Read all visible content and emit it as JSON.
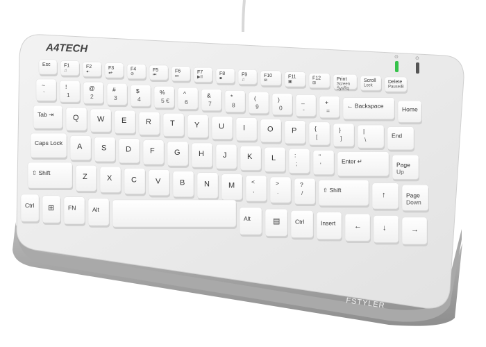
{
  "product": {
    "brand_logo": "A4TECH",
    "series_logo": "FSTYLER",
    "colors": {
      "body": "#e6e6e6",
      "keys": "#ffffff",
      "base": "#9e9e9e",
      "indicator": "#35c24a"
    }
  },
  "indicators": [
    {
      "name": "caps-lock",
      "state": "on"
    },
    {
      "name": "scroll-lock",
      "state": "off"
    }
  ],
  "rows": [
    {
      "keys": [
        {
          "main": "Esc"
        },
        {
          "main": "F1",
          "sub": "♫"
        },
        {
          "main": "F2",
          "sub": "◂-"
        },
        {
          "main": "F3",
          "sub": "◂+"
        },
        {
          "main": "F4",
          "sub": "⊘"
        },
        {
          "main": "F5",
          "sub": "⏮"
        },
        {
          "main": "F6",
          "sub": "⏭"
        },
        {
          "main": "F7",
          "sub": "▶II"
        },
        {
          "main": "F8",
          "sub": "■"
        },
        {
          "main": "F9",
          "sub": "♫"
        },
        {
          "main": "F10",
          "sub": "✉"
        },
        {
          "main": "F11",
          "sub": "▣"
        },
        {
          "main": "F12",
          "sub": "⊞"
        },
        {
          "main": "Print",
          "sub": "Screen",
          "sub2": "SysRq"
        },
        {
          "main": "Scroll",
          "sub": "Lock"
        },
        {
          "main": "Delete",
          "sub": "Pause/B"
        }
      ]
    },
    {
      "keys": [
        {
          "main": "~",
          "sub": "`"
        },
        {
          "main": "!",
          "sub": "1"
        },
        {
          "main": "@",
          "sub": "2"
        },
        {
          "main": "#",
          "sub": "3"
        },
        {
          "main": "$",
          "sub": "4"
        },
        {
          "main": "%",
          "sub": "5 €"
        },
        {
          "main": "^",
          "sub": "6"
        },
        {
          "main": "&",
          "sub": "7"
        },
        {
          "main": "*",
          "sub": "8"
        },
        {
          "main": "(",
          "sub": "9"
        },
        {
          "main": ")",
          "sub": "0"
        },
        {
          "main": "_",
          "sub": "-"
        },
        {
          "main": "+",
          "sub": "="
        },
        {
          "main": "← Backspace"
        },
        {
          "main": "Home"
        }
      ]
    },
    {
      "keys": [
        {
          "main": "Tab ⇥"
        },
        {
          "main": "Q"
        },
        {
          "main": "W"
        },
        {
          "main": "E"
        },
        {
          "main": "R"
        },
        {
          "main": "T"
        },
        {
          "main": "Y"
        },
        {
          "main": "U"
        },
        {
          "main": "I"
        },
        {
          "main": "O"
        },
        {
          "main": "P"
        },
        {
          "main": "{",
          "sub": "["
        },
        {
          "main": "}",
          "sub": "]"
        },
        {
          "main": "|",
          "sub": "\\"
        },
        {
          "main": "End"
        }
      ]
    },
    {
      "keys": [
        {
          "main": "Caps Lock"
        },
        {
          "main": "A"
        },
        {
          "main": "S"
        },
        {
          "main": "D"
        },
        {
          "main": "F"
        },
        {
          "main": "G"
        },
        {
          "main": "H"
        },
        {
          "main": "J"
        },
        {
          "main": "K"
        },
        {
          "main": "L"
        },
        {
          "main": ":",
          "sub": ";"
        },
        {
          "main": "\"",
          "sub": "'"
        },
        {
          "main": "Enter ↵"
        },
        {
          "main": "Page",
          "sub": "Up"
        }
      ]
    },
    {
      "keys": [
        {
          "main": "⇧ Shift"
        },
        {
          "main": "Z"
        },
        {
          "main": "X"
        },
        {
          "main": "C"
        },
        {
          "main": "V"
        },
        {
          "main": "B"
        },
        {
          "main": "N"
        },
        {
          "main": "M"
        },
        {
          "main": "<",
          "sub": ","
        },
        {
          "main": ">",
          "sub": "."
        },
        {
          "main": "?",
          "sub": "/"
        },
        {
          "main": "⇧ Shift"
        },
        {
          "main": "↑"
        },
        {
          "main": "Page",
          "sub": "Down"
        }
      ]
    },
    {
      "keys": [
        {
          "main": "Ctrl"
        },
        {
          "main": "⊞"
        },
        {
          "main": "FN"
        },
        {
          "main": "Alt"
        },
        {
          "main": ""
        },
        {
          "main": "Alt"
        },
        {
          "main": "▤"
        },
        {
          "main": "Ctrl"
        },
        {
          "main": "Insert"
        },
        {
          "main": "←"
        },
        {
          "main": "↓"
        },
        {
          "main": "→"
        }
      ]
    }
  ]
}
